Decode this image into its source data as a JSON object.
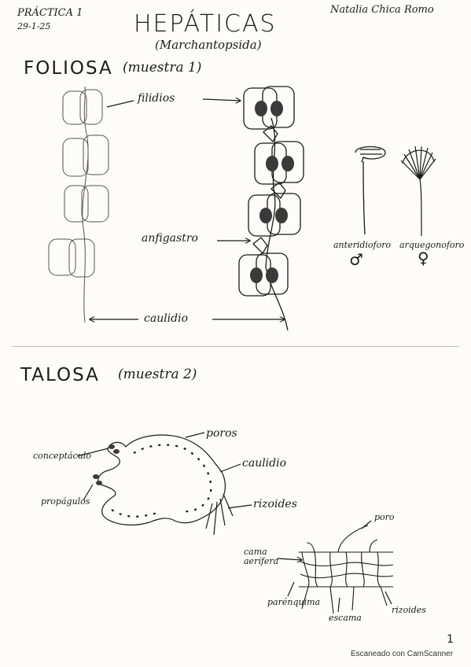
{
  "header": {
    "practice": "PRÁCTICA 1",
    "date": "29-1-25",
    "title": "HEPÁTICAS",
    "subtitle": "(Marchantopsida)",
    "author": "Natalia Chica Romo"
  },
  "foliosa": {
    "heading": "FOLIOSA",
    "sample": "(muestra 1)",
    "labels": {
      "filidios": "filidios",
      "anfigastro": "anfigastro",
      "caulidio": "caulidio",
      "anteridioforo": "anteridioforo",
      "arquegonioforo": "arquegonoforo",
      "male_symbol": "♂",
      "female_symbol": "♀"
    }
  },
  "talosa": {
    "heading": "TALOSA",
    "sample": "(muestra 2)",
    "labels": {
      "poros": "poros",
      "conceptaculo": "conceptáculo",
      "caulidio": "caulidio",
      "propagulos": "propágulos",
      "rizoides": "rizoides",
      "poro": "poro",
      "camara_aerifera": "cama aerífera",
      "parenquima": "parénquima",
      "escama": "escama",
      "rizoides2": "rizoides"
    }
  },
  "footer": {
    "page_number": "1",
    "scanner": "Escaneado con CamScanner"
  }
}
